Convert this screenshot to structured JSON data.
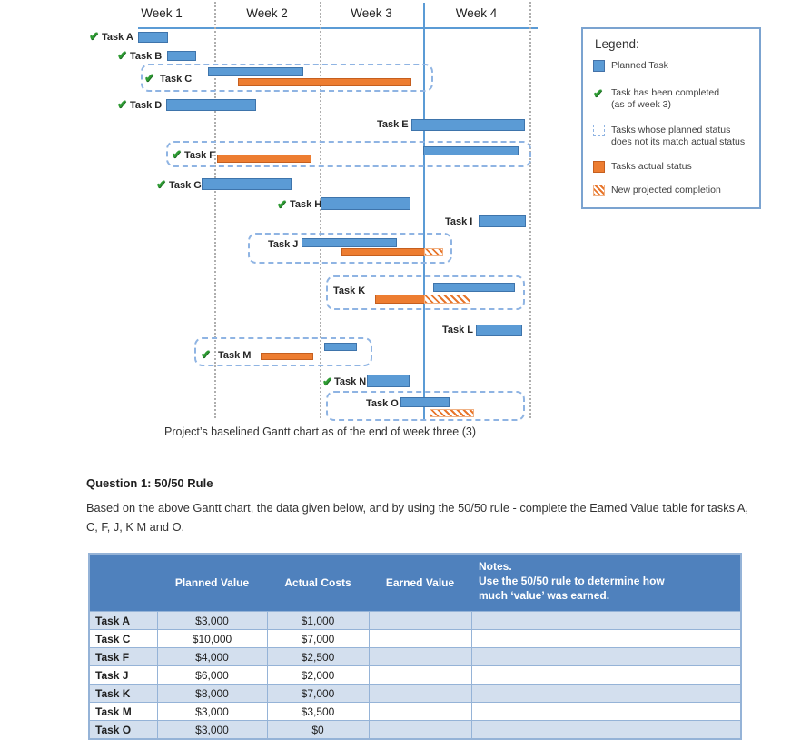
{
  "icons": {
    "completed_check": "✔"
  },
  "colors": {
    "planned_bar": "#5b9bd5",
    "actual_bar": "#ed7d31",
    "status_line": "#5b9bd5",
    "table_header": "#4f81bd",
    "table_alt_row": "#d3dfee",
    "table_grid": "#95b3d7",
    "check_green": "#2e9b33"
  },
  "gantt": {
    "week_labels": [
      "Week 1",
      "Week 2",
      "Week 3",
      "Week 4"
    ],
    "caption": "Project’s baselined Gantt chart as of the end of week three (3)",
    "tasks": [
      {
        "label": "Task A",
        "completed": true,
        "mismatch_box": false
      },
      {
        "label": "Task B",
        "completed": true,
        "mismatch_box": false
      },
      {
        "label": "Task C",
        "completed": true,
        "mismatch_box": true
      },
      {
        "label": "Task D",
        "completed": true,
        "mismatch_box": false
      },
      {
        "label": "Task E",
        "completed": false,
        "mismatch_box": false
      },
      {
        "label": "Task F",
        "completed": true,
        "mismatch_box": true
      },
      {
        "label": "Task G",
        "completed": true,
        "mismatch_box": false
      },
      {
        "label": "Task H",
        "completed": true,
        "mismatch_box": false
      },
      {
        "label": "Task I",
        "completed": false,
        "mismatch_box": false
      },
      {
        "label": "Task J",
        "completed": false,
        "mismatch_box": true
      },
      {
        "label": "Task K",
        "completed": false,
        "mismatch_box": true
      },
      {
        "label": "Task L",
        "completed": false,
        "mismatch_box": false
      },
      {
        "label": "Task M",
        "completed": true,
        "mismatch_box": true
      },
      {
        "label": "Task N",
        "completed": true,
        "mismatch_box": false
      },
      {
        "label": "Task O",
        "completed": false,
        "mismatch_box": true
      }
    ]
  },
  "chart_data": {
    "type": "gantt",
    "title": "Project’s baselined Gantt chart as of the end of week three (3)",
    "x_axis": {
      "unit": "weeks",
      "categories": [
        "Week 1",
        "Week 2",
        "Week 3",
        "Week 4"
      ],
      "status_date_week": 3
    },
    "tasks": [
      {
        "name": "Task A",
        "planned": [
          0.3,
          0.55
        ],
        "completed": true
      },
      {
        "name": "Task B",
        "planned": [
          0.55,
          0.8
        ],
        "completed": true
      },
      {
        "name": "Task C",
        "planned": [
          0.95,
          1.85
        ],
        "actual": [
          1.25,
          2.9
        ],
        "completed": true,
        "mismatch": true
      },
      {
        "name": "Task D",
        "planned": [
          0.55,
          1.4
        ],
        "completed": true
      },
      {
        "name": "Task E",
        "planned": [
          2.9,
          3.95
        ],
        "completed": false
      },
      {
        "name": "Task F",
        "planned": [
          3.0,
          3.9
        ],
        "actual": [
          1.05,
          1.9
        ],
        "completed": true,
        "mismatch": true
      },
      {
        "name": "Task G",
        "planned": [
          0.9,
          1.75
        ],
        "completed": true
      },
      {
        "name": "Task H",
        "planned": [
          2.0,
          2.85
        ],
        "completed": true
      },
      {
        "name": "Task I",
        "planned": [
          3.5,
          3.95
        ],
        "completed": false
      },
      {
        "name": "Task J",
        "planned": [
          1.85,
          2.75
        ],
        "actual": [
          2.2,
          3.0
        ],
        "projected_end": 3.15,
        "completed": false,
        "mismatch": true
      },
      {
        "name": "Task K",
        "planned": [
          3.1,
          3.85
        ],
        "actual": [
          2.55,
          3.0
        ],
        "projected_end": 3.45,
        "completed": false,
        "mismatch": true
      },
      {
        "name": "Task L",
        "planned": [
          3.5,
          3.9
        ],
        "completed": false
      },
      {
        "name": "Task M",
        "planned": [
          2.05,
          2.35
        ],
        "actual": [
          1.45,
          1.95
        ],
        "completed": true,
        "mismatch": true
      },
      {
        "name": "Task N",
        "planned": [
          2.45,
          2.85
        ],
        "completed": true
      },
      {
        "name": "Task O",
        "planned": [
          2.8,
          3.25
        ],
        "projected": [
          3.05,
          3.45
        ],
        "completed": false,
        "mismatch": true
      }
    ]
  },
  "legend": {
    "title": "Legend:",
    "items": [
      {
        "swatch": "planned-task-swatch",
        "lines": [
          "Planned Task"
        ]
      },
      {
        "swatch": "completed-check-icon",
        "lines": [
          "Task has been completed",
          "(as of week 3)"
        ]
      },
      {
        "swatch": "mismatch-dashed-swatch",
        "lines": [
          "Tasks whose planned status",
          "does not its match actual status"
        ]
      },
      {
        "swatch": "actual-status-swatch",
        "lines": [
          "Tasks actual status"
        ]
      },
      {
        "swatch": "projected-completion-swatch",
        "lines": [
          "New projected completion"
        ]
      }
    ]
  },
  "question": {
    "heading": "Question 1:  50/50 Rule",
    "body": "Based on the above Gantt chart, the data given below, and by using the 50/50 rule - complete the Earned Value table for tasks A, C, F, J, K M and O."
  },
  "table": {
    "col_headers": [
      "Planned Value",
      "Actual Costs",
      "Earned Value"
    ],
    "notes_title": "Notes.",
    "notes_line1": "Use the 50/50 rule to determine how",
    "notes_line2": "much ‘value’ was earned.",
    "rows": [
      {
        "task": "Task A",
        "planned": "$3,000",
        "actual": "$1,000",
        "earned": "",
        "notes": ""
      },
      {
        "task": "Task C",
        "planned": "$10,000",
        "actual": "$7,000",
        "earned": "",
        "notes": ""
      },
      {
        "task": "Task F",
        "planned": "$4,000",
        "actual": "$2,500",
        "earned": "",
        "notes": ""
      },
      {
        "task": "Task J",
        "planned": "$6,000",
        "actual": "$2,000",
        "earned": "",
        "notes": ""
      },
      {
        "task": "Task K",
        "planned": "$8,000",
        "actual": "$7,000",
        "earned": "",
        "notes": ""
      },
      {
        "task": "Task M",
        "planned": "$3,000",
        "actual": "$3,500",
        "earned": "",
        "notes": ""
      },
      {
        "task": "Task O",
        "planned": "$3,000",
        "actual": "$0",
        "earned": "",
        "notes": ""
      }
    ]
  }
}
